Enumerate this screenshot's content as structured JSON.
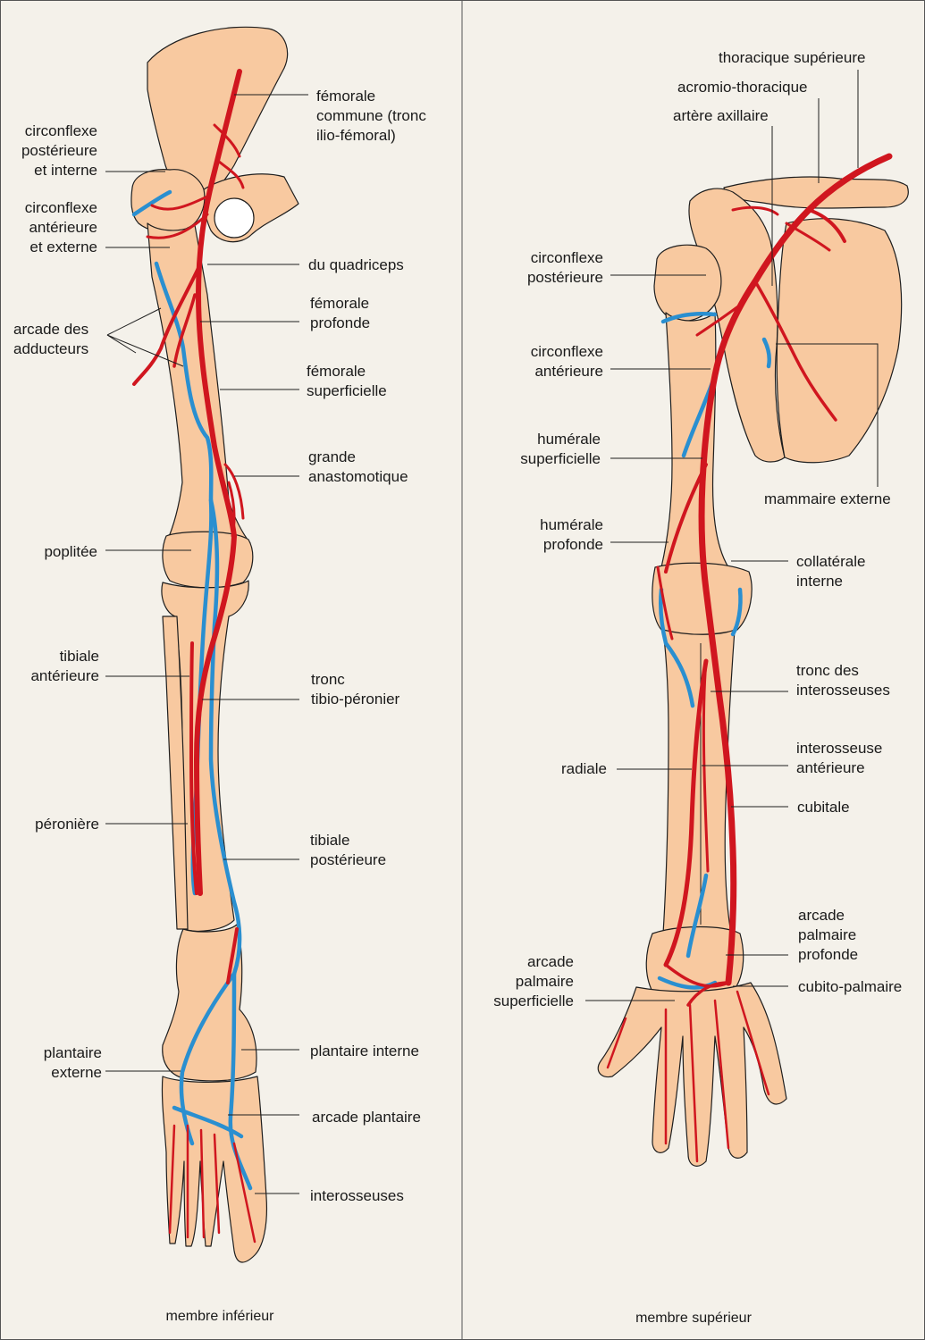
{
  "colors": {
    "background": "#f4f1ea",
    "bone": "#f8c9a0",
    "bone_edge": "#1e1e1e",
    "artery": "#d0161f",
    "vein": "#2a8fd0"
  },
  "lower_limb": {
    "title": "membre inférieur",
    "labels": {
      "femorale_commune": "fémorale\ncommune (tronc\nilio-fémoral)",
      "circonflexe_posterieure": "circonflexe\npostérieure\net interne",
      "circonflexe_anterieure": "circonflexe\nantérieure\net externe",
      "quadriceps": "du quadriceps",
      "femorale_profonde": "fémorale\nprofonde",
      "arcade_adducteurs": "arcade des\nadducteurs",
      "femorale_superficielle": "fémorale\nsuperficielle",
      "grande_anastomotique": "grande\nanastomotique",
      "poplitee": "poplitée",
      "tibiale_anterieure": "tibiale\nantérieure",
      "tronc_tibio": "tronc\ntibio-péronier",
      "peroniere": "péronière",
      "tibiale_posterieure": "tibiale\npostérieure",
      "plantaire_externe": "plantaire\nexterne",
      "plantaire_interne": "plantaire interne",
      "arcade_plantaire": "arcade plantaire",
      "interosseuses": "interosseuses"
    }
  },
  "upper_limb": {
    "title": "membre supérieur",
    "labels": {
      "thoracique_sup": "thoracique supérieure",
      "acromio": "acromio-thoracique",
      "axillaire": "artère axillaire",
      "circonflexe_post": "circonflexe\npostérieure",
      "circonflexe_ant": "circonflexe\nantérieure",
      "humerale_sup": "humérale\nsuperficielle",
      "mammaire": "mammaire externe",
      "humerale_prof": "humérale\nprofonde",
      "collaterale": "collatérale\ninterne",
      "tronc_inter": "tronc des\ninterosseuses",
      "interosseuse_ant": "interosseuse\nantérieure",
      "radiale": "radiale",
      "cubitale": "cubitale",
      "arcade_prof": "arcade\npalmaire\nprofonde",
      "arcade_sup": "arcade\npalmaire\nsuperficielle",
      "cubito_palmaire": "cubito-palmaire"
    }
  }
}
